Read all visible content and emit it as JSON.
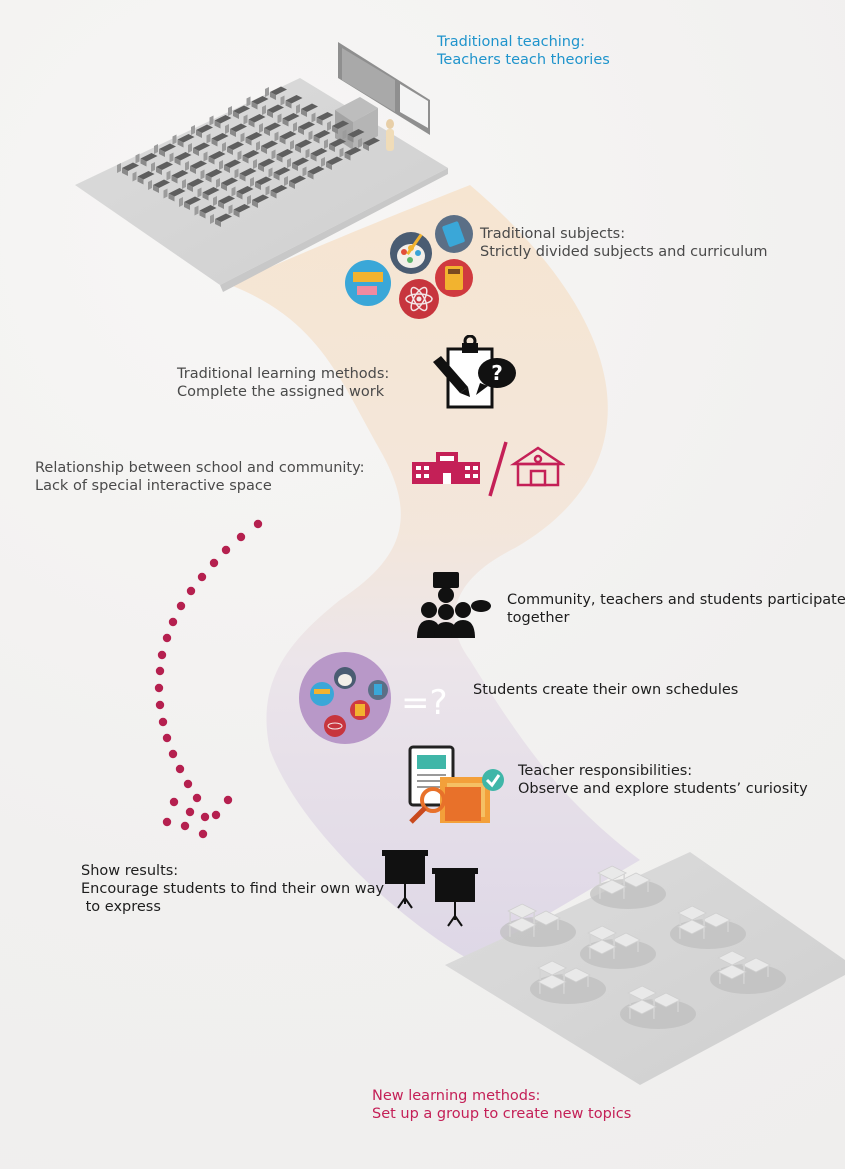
{
  "colors": {
    "blue": "#1f94cc",
    "pink": "#c42057",
    "text": "#1e1e1e",
    "grey": "#4a4a4a",
    "dots": "#b5204f",
    "purple": "#b898c8"
  },
  "steps": [
    {
      "id": "traditional-teaching",
      "title": "Traditional teaching:",
      "desc": "Teachers teach theories",
      "icon": "classroom-rows-illustration"
    },
    {
      "id": "traditional-subjects",
      "title": "Traditional subjects:",
      "desc": "Strictly divided subjects and curriculum",
      "icon": "subject-icons-cluster"
    },
    {
      "id": "traditional-learning-methods",
      "title": "Traditional learning methods:",
      "desc": "Complete the assigned work",
      "icon": "clipboard-pencil-question-icon"
    },
    {
      "id": "school-community",
      "title": "Relationship between school and community:",
      "desc": "Lack of special interactive space",
      "icon": "school-slash-house-icon"
    },
    {
      "id": "participate-together",
      "title": "Community, teachers and students participate",
      "desc": "together",
      "icon": "group-people-icon"
    },
    {
      "id": "own-schedules",
      "title": "Students create their own schedules",
      "desc": "",
      "icon": "subjects-circle-equals-question-icon"
    },
    {
      "id": "teacher-responsibilities",
      "title": "Teacher responsibilities:",
      "desc": "Observe and explore students’ curiosity",
      "icon": "tablet-magnifier-check-icon"
    },
    {
      "id": "show-results",
      "title": "Show results:",
      "desc": "Encourage students to find their own way",
      "desc2": " to express",
      "icon": "presentation-boards-icon"
    },
    {
      "id": "new-learning-methods",
      "title": "New learning methods:",
      "desc": "Set up a group to create new topics",
      "icon": "group-tables-illustration"
    }
  ],
  "symbols": {
    "equals_question": "=?"
  }
}
